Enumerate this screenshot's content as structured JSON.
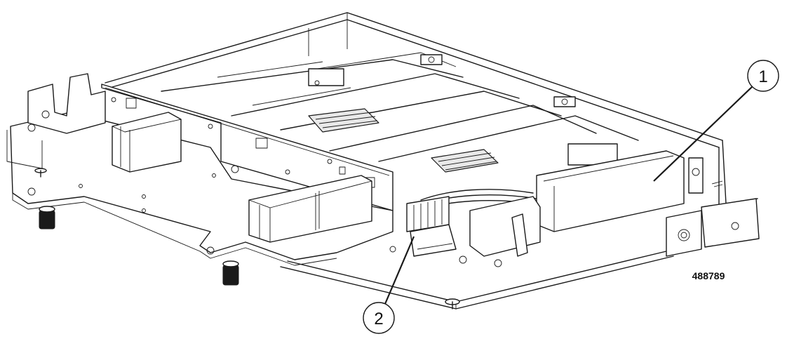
{
  "figure": {
    "id_label": "488789",
    "callouts": [
      {
        "number": "1"
      },
      {
        "number": "2"
      }
    ]
  },
  "colors": {
    "line": "#1a1a1a",
    "background": "#ffffff",
    "shade": "#e9e9e9"
  }
}
